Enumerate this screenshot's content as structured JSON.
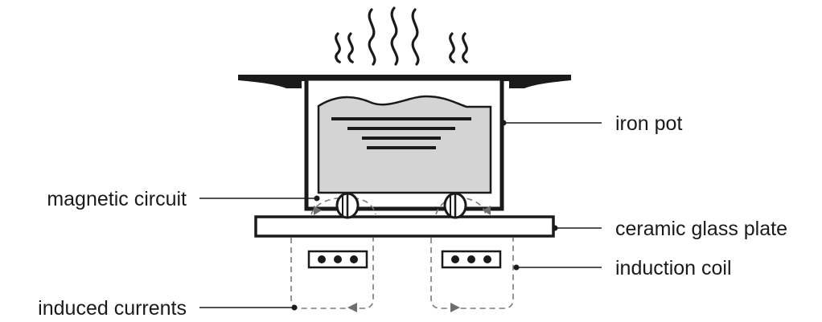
{
  "labels": {
    "iron_pot": "iron pot",
    "magnetic_circuit": "magnetic circuit",
    "ceramic_glass_plate": "ceramic glass plate",
    "induction_coil": "induction coil",
    "induced_currents": "induced currents"
  },
  "colors": {
    "ink": "#1a1a1a",
    "contents_fill": "#d4d4d4",
    "dashed_path": "#7a7a7a"
  }
}
